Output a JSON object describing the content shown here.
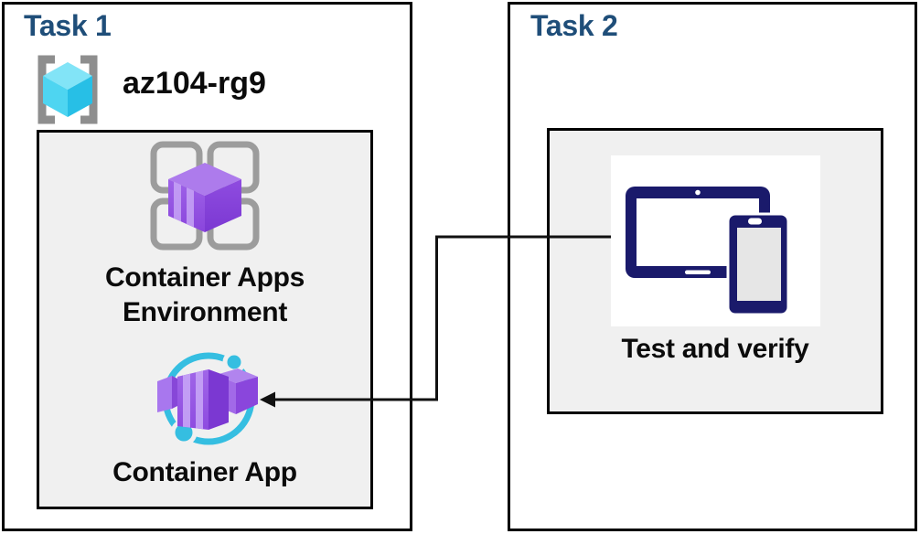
{
  "task1": {
    "title": "Task 1",
    "resource_group": {
      "name": "az104-rg9",
      "icon": "resource-group-icon"
    },
    "environment_box": {
      "label_line1": "Container Apps",
      "label_line2": "Environment",
      "environment_icon": "container-apps-environment-icon",
      "app_label": "Container App",
      "app_icon": "container-app-icon"
    }
  },
  "task2": {
    "title": "Task 2",
    "verify_box": {
      "label": "Test and verify",
      "icon": "tablet-phone-devices-icon"
    }
  },
  "connector": {
    "type": "elbow-arrow",
    "from": "tablet-phone-devices-icon",
    "to": "container-app-icon"
  },
  "colors": {
    "title_blue": "#1F4E79",
    "inner_box_gray": "#F0F0F0",
    "border_black": "#000000",
    "device_navy": "#1A1A6B",
    "app_purple": "#8E4BE0",
    "app_purple_dark": "#7B38D2",
    "app_purple_light": "#C7A4F6",
    "cyan_accent": "#35BEE1",
    "rg_cube_cyan": "#4ED5F1",
    "bracket_gray": "#8E8E8E",
    "env_grid_gray": "#9C9C9C"
  }
}
